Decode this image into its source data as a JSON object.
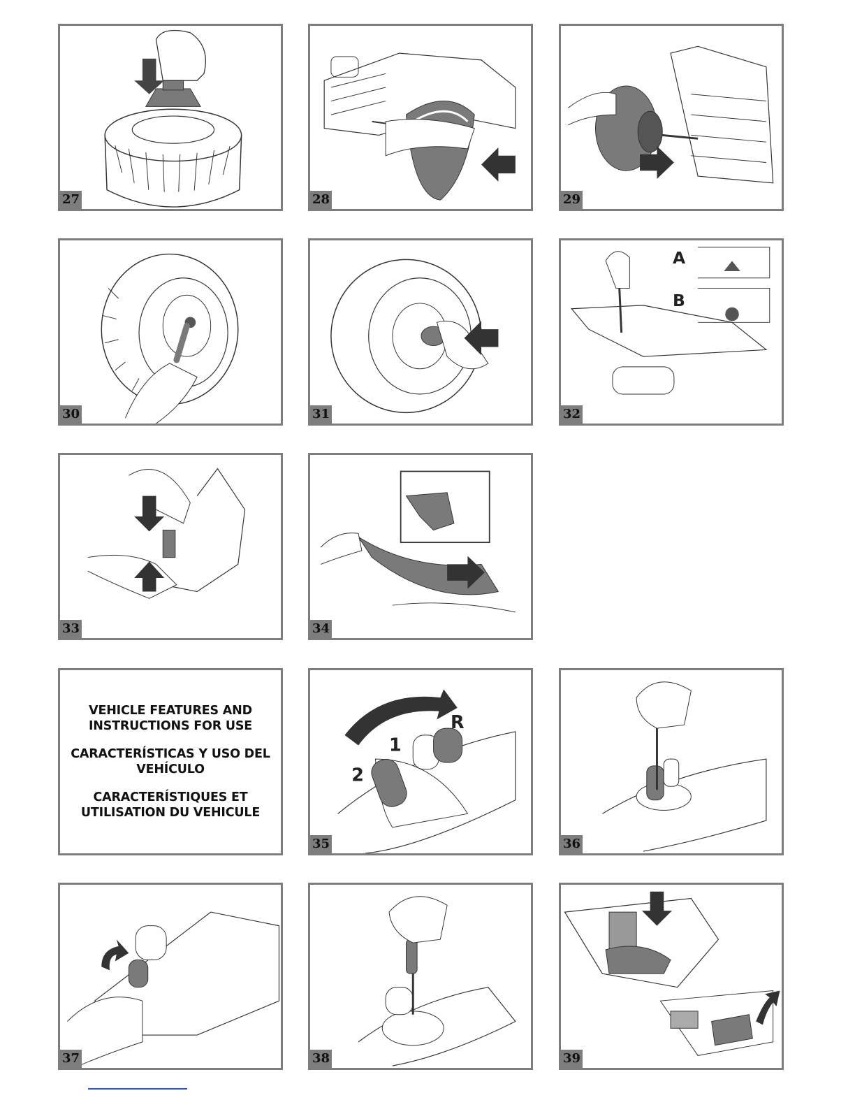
{
  "page": {
    "panels": [
      {
        "number": "27",
        "name": "step-27-wheel-cap-press"
      },
      {
        "number": "28",
        "name": "step-28-tire-install"
      },
      {
        "number": "29",
        "name": "step-29-wheel-on-axle"
      },
      {
        "number": "30",
        "name": "step-30-wrench-nut"
      },
      {
        "number": "31",
        "name": "step-31-hubcap-press"
      },
      {
        "number": "32",
        "name": "step-32-screwdriver-latch"
      },
      {
        "number": "33",
        "name": "step-33-connector-join"
      },
      {
        "number": "34",
        "name": "step-34-fender-attach"
      },
      {
        "number": "35",
        "name": "step-35-gear-shift-positions"
      },
      {
        "number": "36",
        "name": "step-36-shifter-screwdriver"
      },
      {
        "number": "37",
        "name": "step-37-shifter-rotate"
      },
      {
        "number": "38",
        "name": "step-38-shifter-lock"
      },
      {
        "number": "39",
        "name": "step-39-pedal-press"
      }
    ],
    "callouts": {
      "a": "A",
      "b": "B",
      "gear_r": "R",
      "gear_1": "1",
      "gear_2": "2"
    },
    "section_heading": {
      "english": [
        "VEHICLE FEATURES AND",
        "INSTRUCTIONS FOR USE"
      ],
      "spanish": [
        "CARACTERÍSTICAS Y USO DEL",
        "VEHÍCULO"
      ],
      "french": [
        "CARACTERÍSTIQUES ET",
        "UTILISATION DU VEHICULE"
      ]
    },
    "colors": {
      "frame": "#7d7d7d",
      "ink": "#333333",
      "fill_dark": "#7a7a7a",
      "link": "#2a4fd8"
    }
  }
}
